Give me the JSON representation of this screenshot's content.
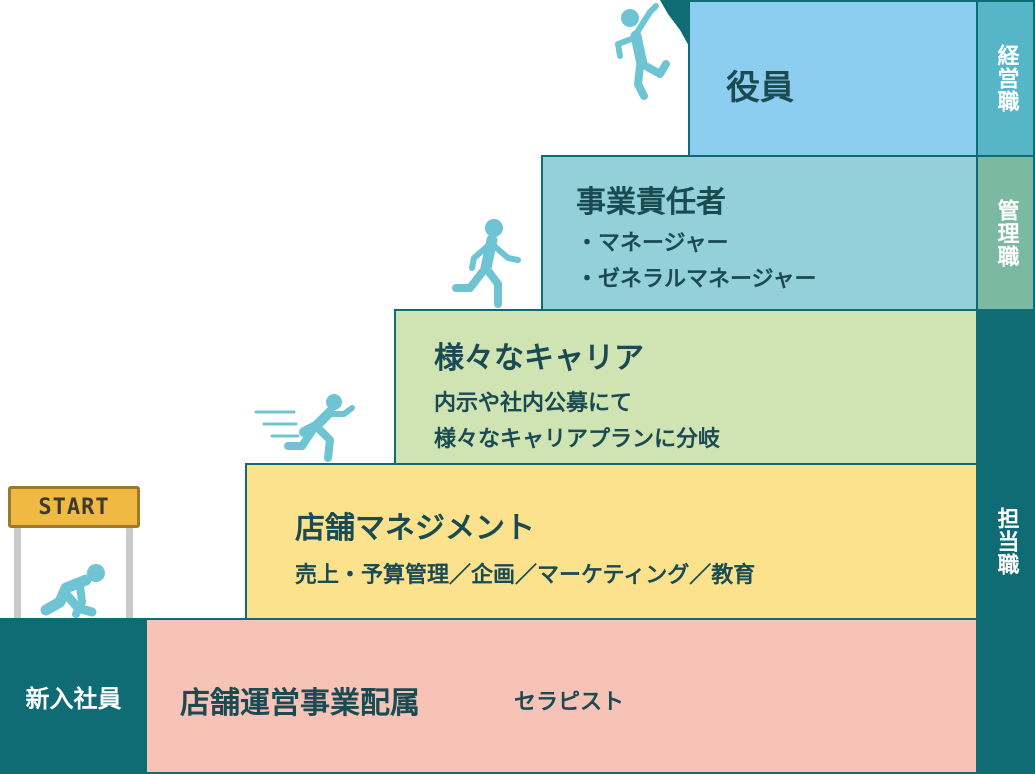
{
  "start_sign": "START",
  "steps": {
    "newcomer": {
      "label": "新入社員",
      "title": "店舗運営事業配属",
      "note": "セラピスト",
      "color": "#f7c3b6"
    },
    "store_management": {
      "title": "店舗マネジメント",
      "sub": "売上・予算管理／企画／マーケティング／教育",
      "color": "#fde28e"
    },
    "careers": {
      "title": "様々なキャリア",
      "sub1": "内示や社内公募にて",
      "sub2": "様々なキャリアプランに分岐",
      "color": "#cfe3b3"
    },
    "business_manager": {
      "title": "事業責任者",
      "item1": "・マネージャー",
      "item2": "・ゼネラルマネージャー",
      "color": "#93d0d8"
    },
    "executive": {
      "title": "役員",
      "color": "#8dcef0"
    }
  },
  "side_labels": {
    "management_level": {
      "text": "経営職",
      "color": "#57b5c8"
    },
    "manager_level": {
      "text": "管理職",
      "color": "#7bb9a3"
    },
    "staff_level": {
      "text": "担当職",
      "color": "#0f6b74"
    }
  },
  "colors": {
    "dark_teal": "#0f6b74",
    "figure": "#6ec4d2",
    "sign": "#f0b943",
    "title_text": "#1a4a52"
  },
  "icons": [
    "crouching-runner-icon",
    "running-person-icon",
    "walking-person-icon",
    "climbing-person-icon"
  ]
}
